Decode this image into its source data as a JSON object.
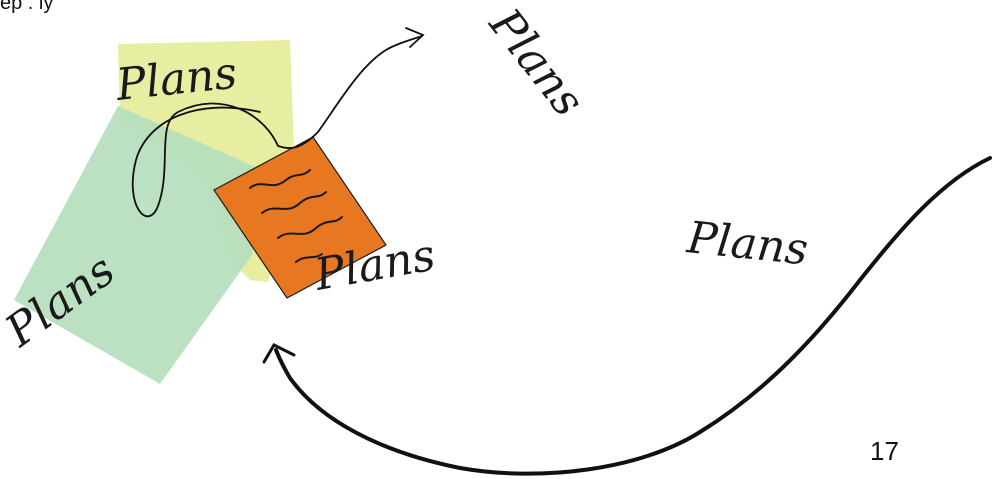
{
  "slide": {
    "header_fragment": "ep . ly",
    "page_number": "17"
  },
  "labels": {
    "yellow_note": "Plans",
    "green_note": "Plans",
    "orange_card": "Plans",
    "top_right": "Plans",
    "middle_right": "Plans"
  },
  "colors": {
    "yellow_note": "#e6ec9c",
    "green_note": "#b5ddbd",
    "orange_card": "#e87722",
    "ink": "#111111"
  }
}
